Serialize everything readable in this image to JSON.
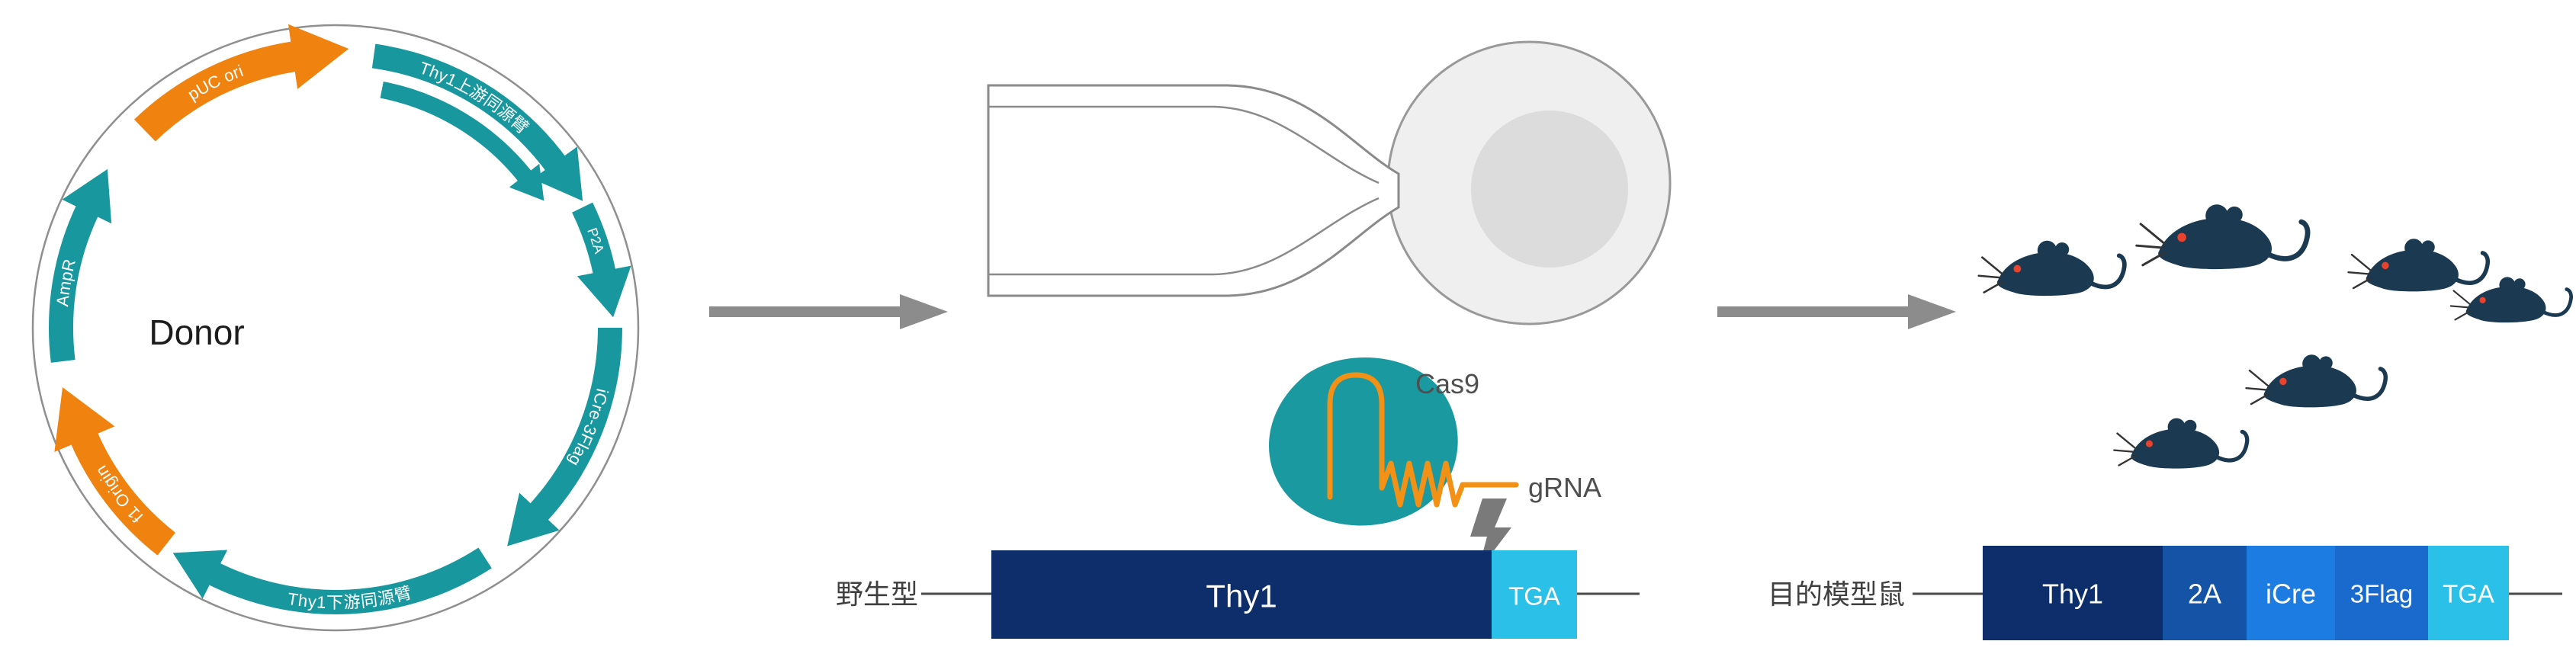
{
  "plasmid": {
    "name_label": "Donor",
    "backbone_color": "#8f8f8f",
    "segments": [
      {
        "label": "pUC ori",
        "color": "#f0820f"
      },
      {
        "label": "Thy1上游同源臂",
        "color": "#18989e"
      },
      {
        "label": "P2A",
        "color": "#18989e"
      },
      {
        "label": "iCre-3Flag",
        "color": "#18989e"
      },
      {
        "label": "Thy1下游同源臂",
        "color": "#18989e"
      },
      {
        "label": "f1 Origin",
        "color": "#f0820f"
      },
      {
        "label": "AmpR",
        "color": "#18989e"
      }
    ]
  },
  "injection": {
    "cas9_label": "Cas9",
    "cas9_color": "#1a9aa0",
    "grna_label": "gRNA",
    "grna_color": "#f39016"
  },
  "wildtype": {
    "label": "野生型",
    "segments": [
      {
        "label": "Thy1",
        "color": "#0d2d6b"
      },
      {
        "label": "TGA",
        "color": "#2bc0e8"
      }
    ]
  },
  "model": {
    "label": "目的模型鼠",
    "segments": [
      {
        "label": "Thy1",
        "color": "#0d2d6b"
      },
      {
        "label": "2A",
        "color": "#1453a6"
      },
      {
        "label": "iCre",
        "color": "#1d7ce2"
      },
      {
        "label": "3Flag",
        "color": "#1a6ace"
      },
      {
        "label": "TGA",
        "color": "#2bc0e8"
      }
    ]
  },
  "mice": {
    "count": 6,
    "body_color": "#1b3a52",
    "eye_color": "#e8432e"
  },
  "arrows": {
    "color": "#8c8c8c"
  }
}
